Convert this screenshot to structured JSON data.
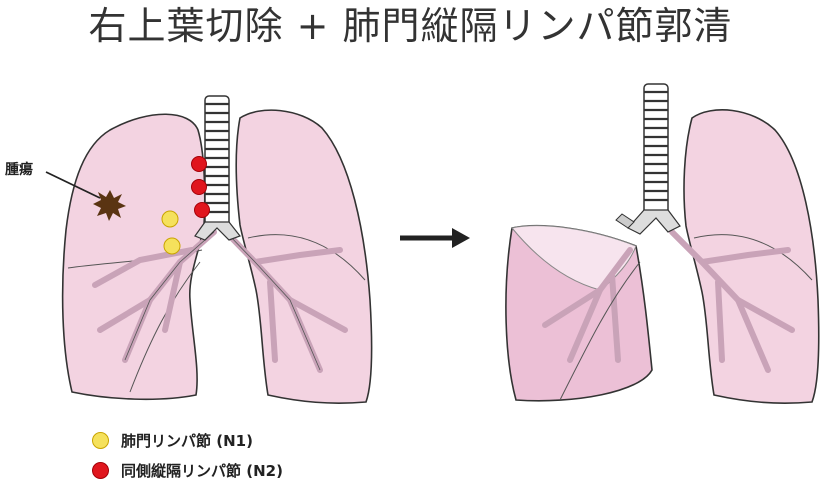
{
  "title": "右上葉切除 + 肺門縦隔リンパ節郭清",
  "callout": {
    "tumor_label": "腫瘍"
  },
  "legend": [
    {
      "label": "肺門リンパ節 (N1)",
      "color": "#f5e15c",
      "border": "#c9a400"
    },
    {
      "label": "同側縦隔リンパ節 (N2)",
      "color": "#e0161e",
      "border": "#a30008"
    }
  ],
  "colors": {
    "lung_fill": "#f3d3e1",
    "lung_stroke": "#333333",
    "bronchus": "#c9a3b8",
    "resected_fill": "#ecc0d6",
    "tumor": "#5a3412"
  }
}
